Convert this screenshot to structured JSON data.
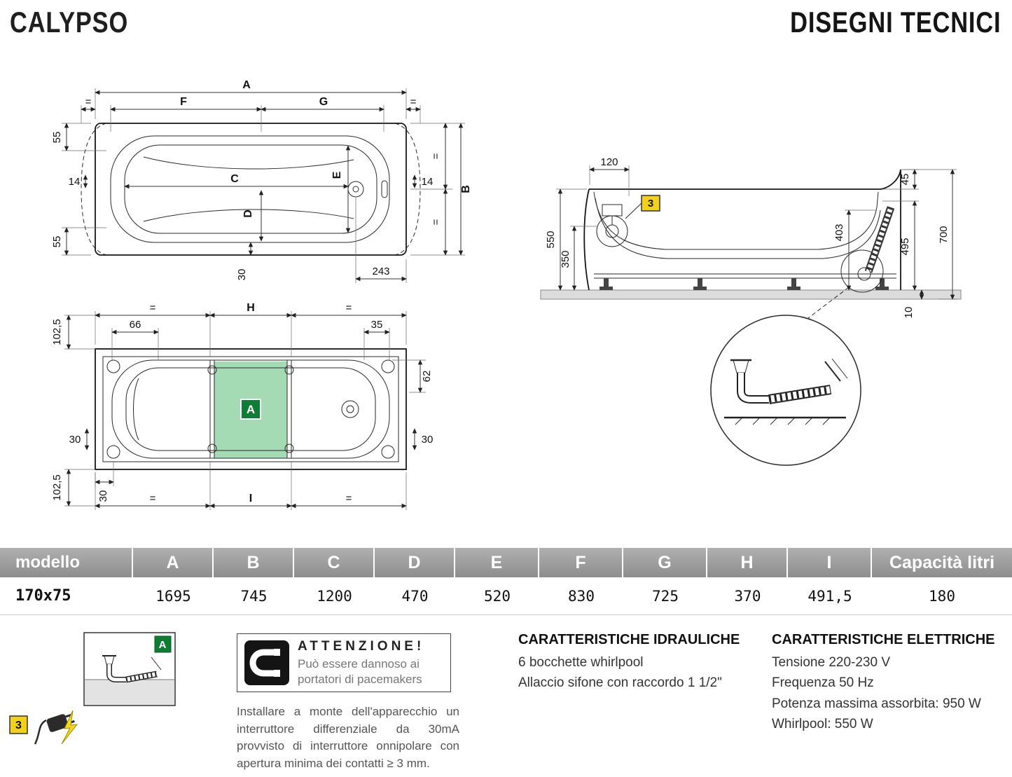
{
  "meta": {
    "accent_green_area": "#9ad7ac",
    "badge_green": "#0e7c34",
    "badge_yellow": "#f2d11c",
    "table_header_gray": "#9c9c9c"
  },
  "header": {
    "title": "CALYPSO",
    "subtitle": "DISEGNI TECNICI"
  },
  "dims": {
    "plan_top": {
      "a": "A",
      "f": "F",
      "g": "G",
      "eq": "=",
      "n55_top": "55",
      "n14_left": "14",
      "c": "C",
      "d": "D",
      "e": "E",
      "n14_right": "14",
      "b": "B",
      "n55_bot": "55",
      "n30": "30",
      "n243": "243"
    },
    "plan_bottom": {
      "h": "H",
      "eq": "=",
      "n66": "66",
      "n35": "35",
      "n102_top": "102,5",
      "n62": "62",
      "n30_left": "30",
      "n30_right": "30",
      "n30_bot": "30",
      "i": "I",
      "n102_bot": "102,5"
    },
    "side": {
      "n120": "120",
      "n550": "550",
      "n350": "350",
      "n403": "403",
      "n45": "45",
      "n495": "495",
      "n700": "700",
      "n10": "10"
    }
  },
  "labels": {
    "area_badge": "A",
    "detail_badge": "3"
  },
  "table": {
    "headers": [
      "modello",
      "A",
      "B",
      "C",
      "D",
      "E",
      "F",
      "G",
      "H",
      "I",
      "Capacità litri"
    ],
    "rows": [
      [
        "170x75",
        "1695",
        "745",
        "1200",
        "470",
        "520",
        "830",
        "725",
        "370",
        "491,5",
        "180"
      ]
    ]
  },
  "warning": {
    "title": "ATTENZIONE!",
    "line1": "Può essere dannoso ai",
    "line2": "portatori di pacemakers"
  },
  "install_note": "Installare a monte dell'apparecchio un interruttore differenziale da 30mA provvisto di interruttore onnipolare con apertura minima dei contatti ≥ 3 mm.",
  "hydraulics": {
    "title": "CARATTERISTICHE IDRAULICHE",
    "lines": [
      "6 bocchette whirlpool",
      "Allaccio sifone con raccordo 1 1/2\""
    ]
  },
  "electrical": {
    "title": "CARATTERISTICHE ELETTRICHE",
    "lines": [
      "Tensione 220-230 V",
      "Frequenza 50 Hz",
      "Potenza massima assorbita: 950 W",
      "Whirlpool: 550 W"
    ]
  }
}
